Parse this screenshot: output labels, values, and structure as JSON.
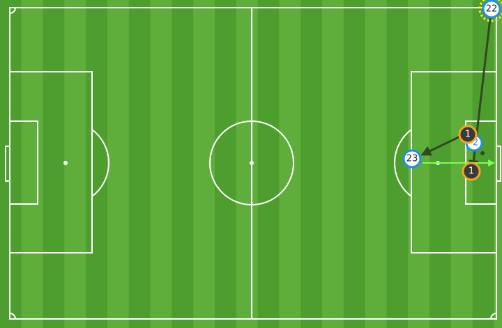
{
  "pitch": {
    "stripe_light": "#5fae3b",
    "stripe_dark": "#4d9e2e",
    "line_color": "#ffffff"
  },
  "colors": {
    "home_fill": "#3a3a3a",
    "home_ring": "#f5a623",
    "away_fill": "#ffffff",
    "away_ring": "#1e90e6",
    "pass_arrow": "#2f4a1e",
    "shot_arrow": "#7dff4a",
    "highlight_ring": "#f2e33a"
  },
  "players": [
    {
      "id": "p22-top",
      "number": "22",
      "team": "away",
      "highlight": true
    },
    {
      "id": "p1-upper",
      "number": "1",
      "team": "home",
      "highlight": false
    },
    {
      "id": "p2-right",
      "number": "2",
      "team": "away",
      "highlight": false
    },
    {
      "id": "p1-lower",
      "number": "1",
      "team": "home",
      "highlight": false
    },
    {
      "id": "p23-left",
      "number": "23",
      "team": "away",
      "highlight": false
    }
  ],
  "events": [
    {
      "id": "pass-22-to-1",
      "type": "pass"
    },
    {
      "id": "pass-1-to-23",
      "type": "pass"
    },
    {
      "id": "shot-line",
      "type": "shot"
    }
  ]
}
